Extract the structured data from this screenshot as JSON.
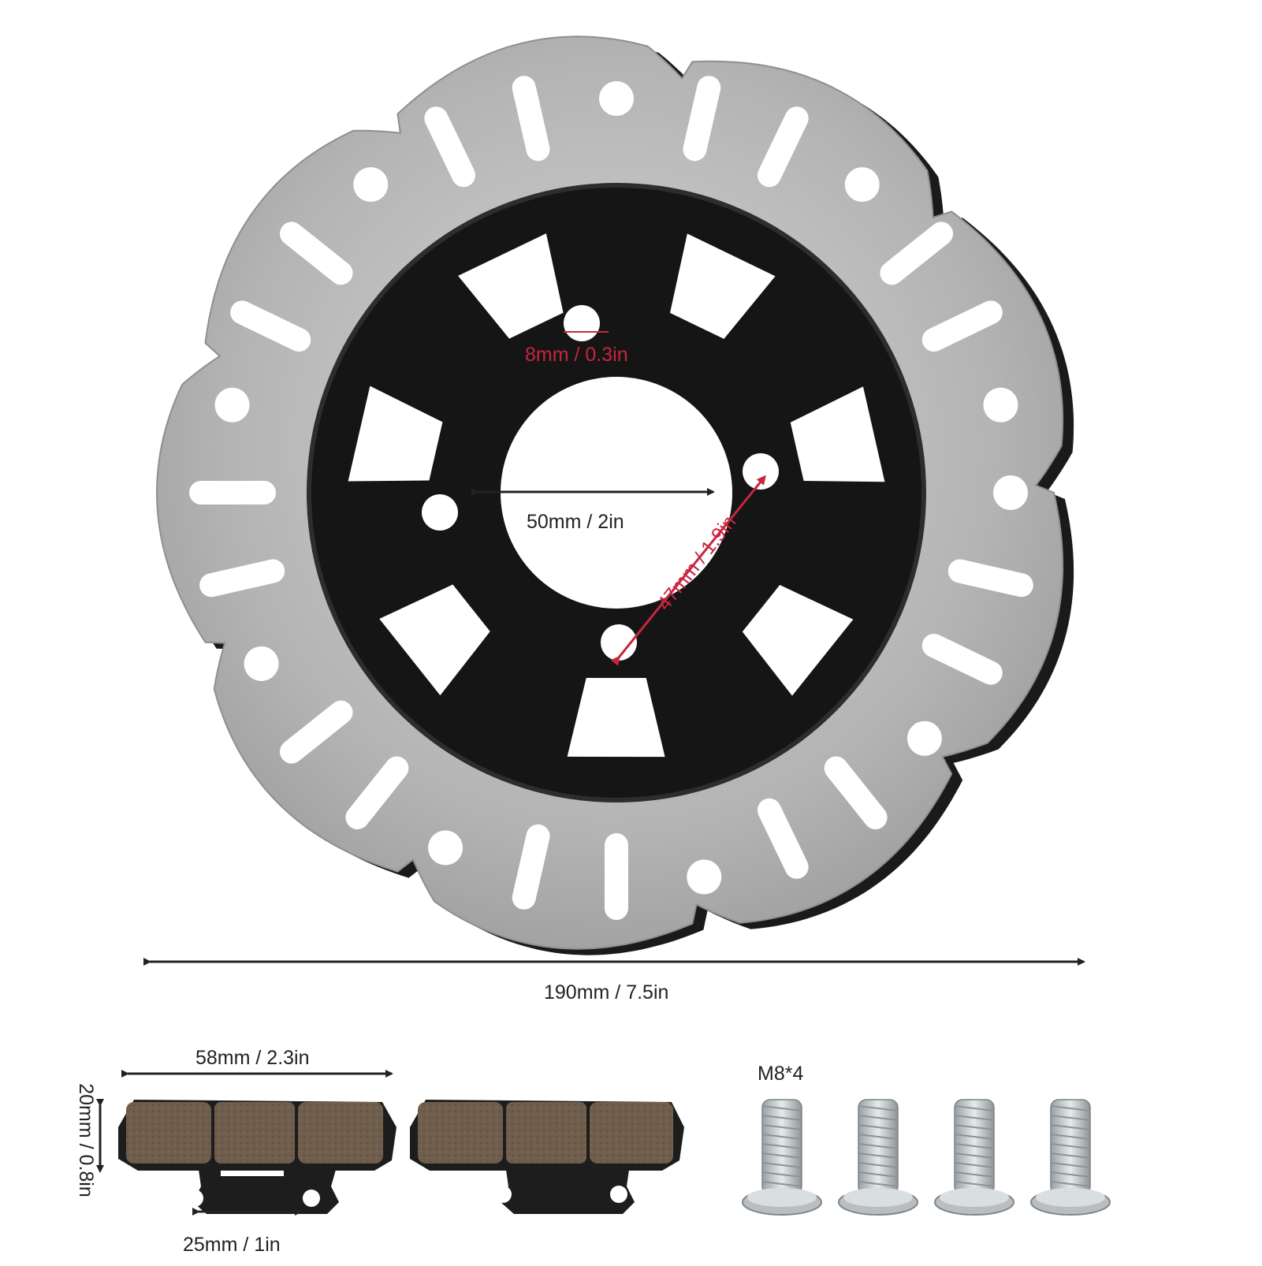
{
  "colors": {
    "disc_steel": "#b9b9b9",
    "disc_steel_edge": "#8f8f8f",
    "carrier": "#151515",
    "pad_friction": "#6f5e4c",
    "pad_plate": "#1d1d1d",
    "bolt": "#c4c9cc",
    "dimension_line": "#222222",
    "dimension_accent": "#c8253f"
  },
  "disc": {
    "hole_label": "8mm / 0.3in",
    "bore_label": "50mm / 2in",
    "bolt_spacing_label": "47mm / 1.9in",
    "diameter_label": "190mm / 7.5in"
  },
  "pads": {
    "width_label": "58mm / 2.3in",
    "height_label": "20mm / 0.8in",
    "tab_spacing_label": "25mm / 1in"
  },
  "bolts": {
    "label": "M8*4",
    "count": 4
  }
}
